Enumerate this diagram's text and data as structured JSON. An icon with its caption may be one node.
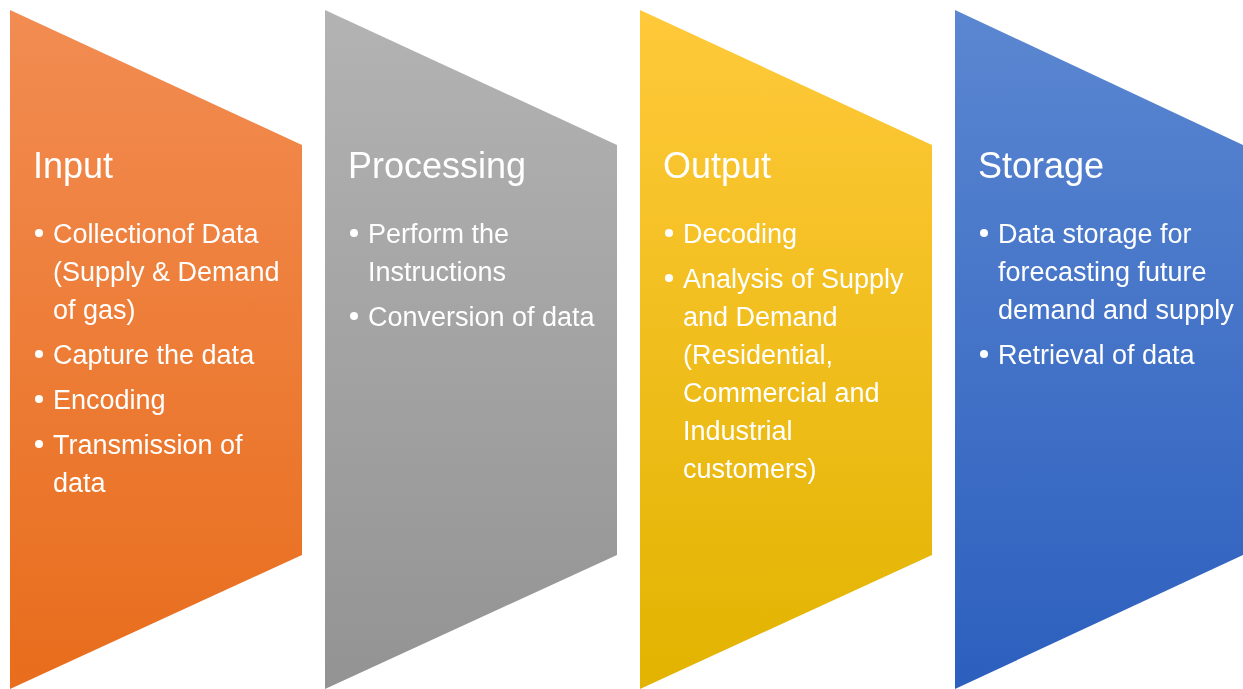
{
  "diagram": {
    "nodes": [
      {
        "text": [
          "Input",
          "Collectionof Data (Supply & Demand of gas)",
          "Capture the data",
          "Encoding",
          "Transmission of data"
        ]
      },
      {
        "text": [
          "Processing",
          "Perform the Instructions",
          "Conversion of data"
        ]
      },
      {
        "text": [
          "Output",
          "Decoding",
          "Analysis of Supply and Demand (Residential, Commercial and Industrial customers)"
        ]
      },
      {
        "text": [
          "Storage",
          "Data storage for forecasting future demand and supply",
          "Retrieval of data"
        ]
      }
    ]
  }
}
